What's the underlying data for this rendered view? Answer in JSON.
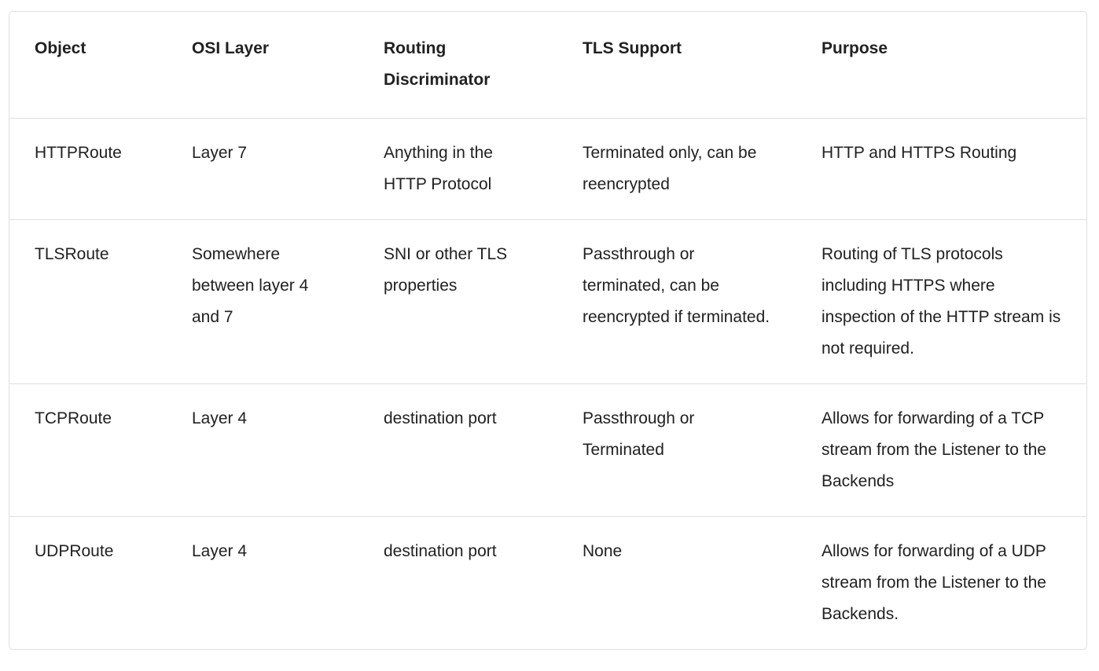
{
  "colors": {
    "background": "#ffffff",
    "border": "#e0e0e0",
    "text": "#212121"
  },
  "table": {
    "columns": [
      "Object",
      "OSI Layer",
      "Routing Discriminator",
      "TLS Support",
      "Purpose"
    ],
    "rows": [
      [
        "HTTPRoute",
        "Layer 7",
        "Anything in the HTTP Protocol",
        "Terminated only, can be reencrypted",
        "HTTP and HTTPS Routing"
      ],
      [
        "TLSRoute",
        "Somewhere between layer 4 and 7",
        "SNI or other TLS properties",
        "Passthrough or terminated, can be reencrypted if terminated.",
        "Routing of TLS protocols including HTTPS where inspection of the HTTP stream is not required."
      ],
      [
        "TCPRoute",
        "Layer 4",
        "destination port",
        "Passthrough or Terminated",
        "Allows for forwarding of a TCP stream from the Listener to the Backends"
      ],
      [
        "UDPRoute",
        "Layer 4",
        "destination port",
        "None",
        "Allows for forwarding of a UDP stream from the Listener to the Backends."
      ]
    ]
  }
}
